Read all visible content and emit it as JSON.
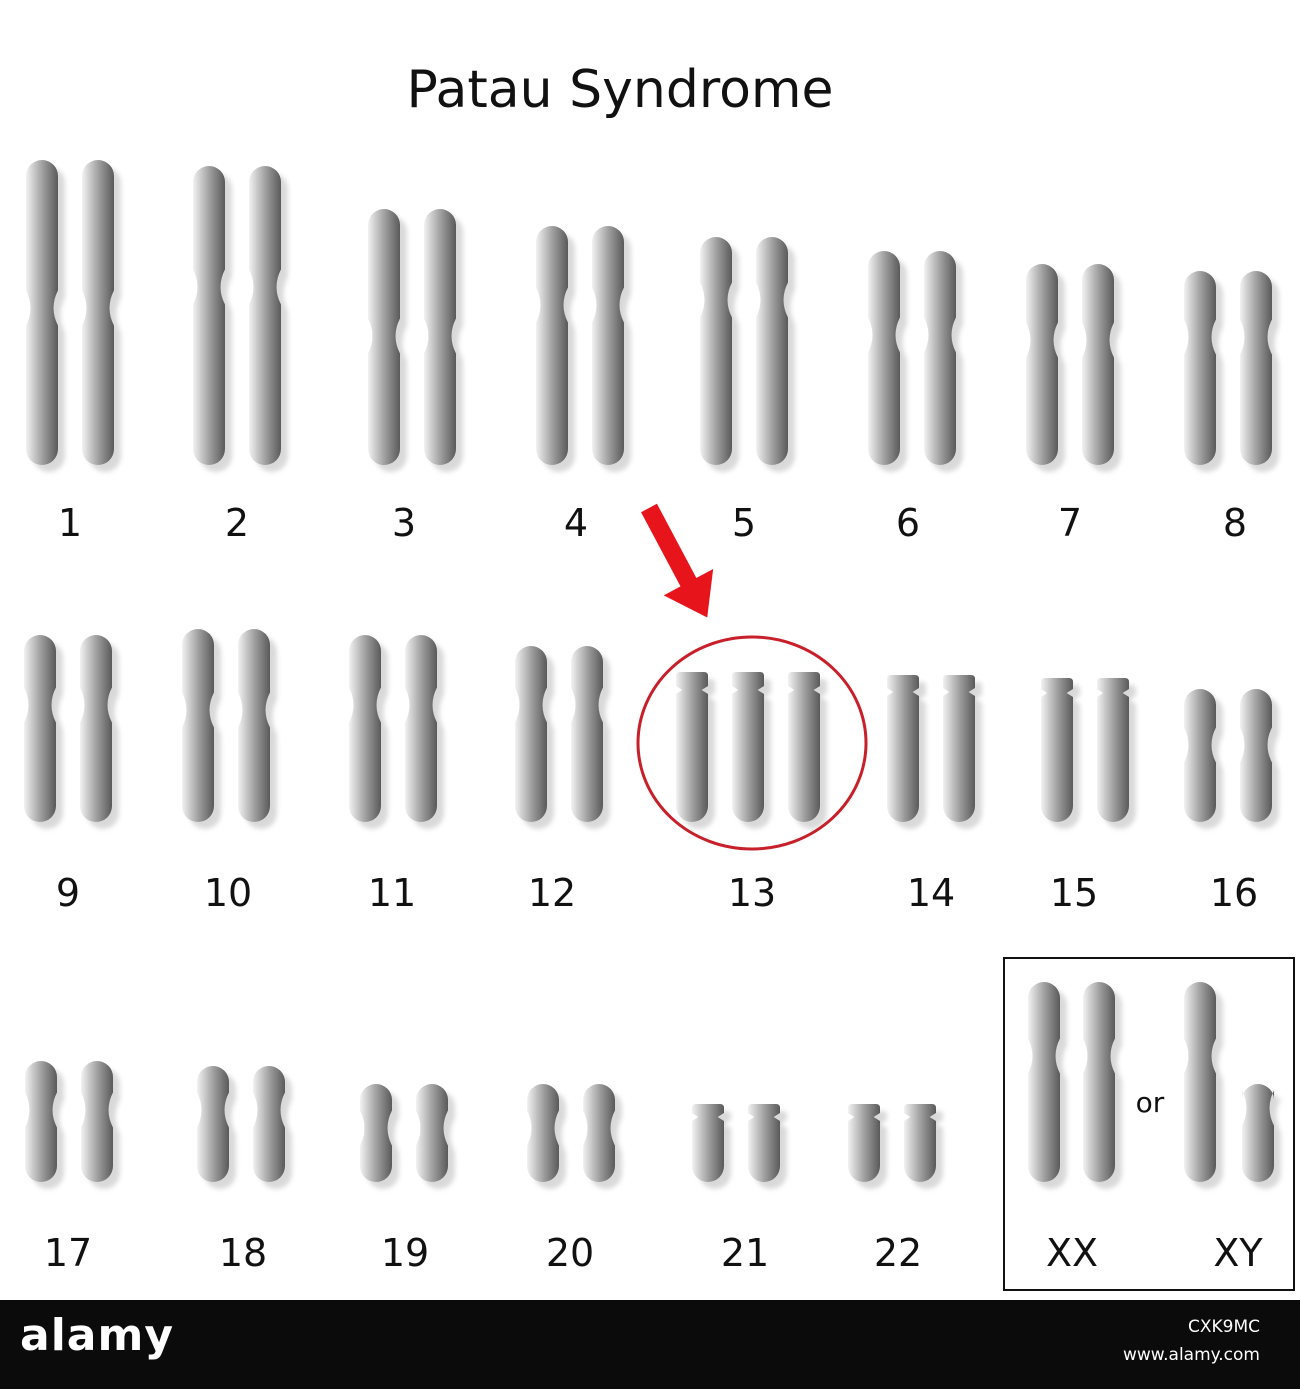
{
  "title": "Patau Syndrome",
  "chromosomes": [
    {
      "label": "1",
      "copies": 2,
      "style": "meta",
      "highlight": false
    },
    {
      "label": "2",
      "copies": 2,
      "style": "meta",
      "highlight": false
    },
    {
      "label": "3",
      "copies": 2,
      "style": "meta",
      "highlight": false
    },
    {
      "label": "4",
      "copies": 2,
      "style": "meta",
      "highlight": false
    },
    {
      "label": "5",
      "copies": 2,
      "style": "meta",
      "highlight": false
    },
    {
      "label": "6",
      "copies": 2,
      "style": "meta",
      "highlight": false
    },
    {
      "label": "7",
      "copies": 2,
      "style": "meta",
      "highlight": false
    },
    {
      "label": "8",
      "copies": 2,
      "style": "meta",
      "highlight": false
    },
    {
      "label": "9",
      "copies": 2,
      "style": "meta",
      "highlight": false
    },
    {
      "label": "10",
      "copies": 2,
      "style": "meta",
      "highlight": false
    },
    {
      "label": "11",
      "copies": 2,
      "style": "meta",
      "highlight": false
    },
    {
      "label": "12",
      "copies": 2,
      "style": "meta",
      "highlight": false
    },
    {
      "label": "13",
      "copies": 3,
      "style": "acro",
      "highlight": true
    },
    {
      "label": "14",
      "copies": 2,
      "style": "acro",
      "highlight": false
    },
    {
      "label": "15",
      "copies": 2,
      "style": "acro",
      "highlight": false
    },
    {
      "label": "16",
      "copies": 2,
      "style": "meta",
      "highlight": false
    },
    {
      "label": "17",
      "copies": 2,
      "style": "meta",
      "highlight": false
    },
    {
      "label": "18",
      "copies": 2,
      "style": "meta",
      "highlight": false
    },
    {
      "label": "19",
      "copies": 2,
      "style": "meta",
      "highlight": false
    },
    {
      "label": "20",
      "copies": 2,
      "style": "meta",
      "highlight": false
    },
    {
      "label": "21",
      "copies": 2,
      "style": "acro",
      "highlight": false
    },
    {
      "label": "22",
      "copies": 2,
      "style": "acro",
      "highlight": false
    }
  ],
  "sex_chromosomes": {
    "option_xx": "XX",
    "option_xy": "XY",
    "separator": "or"
  },
  "colors": {
    "chromosome_dark": "#5c5c5c",
    "chromosome_light": "#f2f2f2",
    "highlight_circle": "#c8202a",
    "arrow": "#e8141c"
  },
  "footer": {
    "logo": "alamy",
    "image_id": "CXK9MC",
    "url": "www.alamy.com"
  }
}
